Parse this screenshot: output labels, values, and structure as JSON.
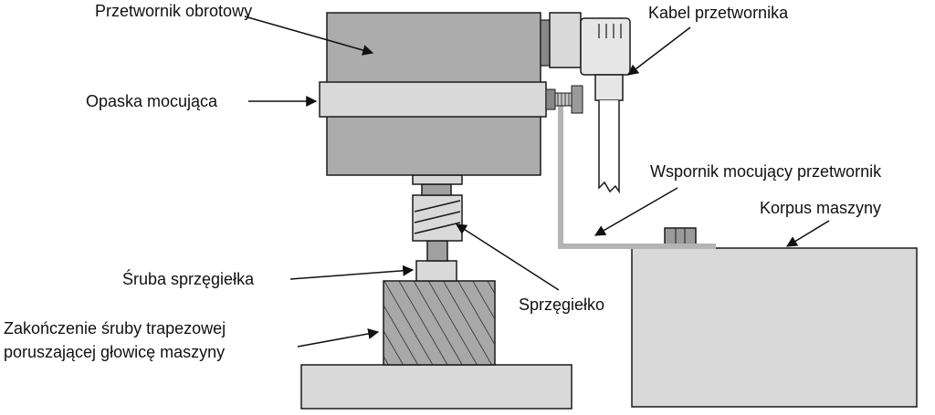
{
  "labels": {
    "rotary_transducer": "Przetwornik obrotowy",
    "transducer_cable": "Kabel przetwornika",
    "mounting_strap": "Opaska mocująca",
    "mounting_bracket": "Wspornik mocujący przetwornik",
    "machine_body": "Korpus maszyny",
    "coupling_screw": "Śruba sprzęgiełka",
    "coupling": "Sprzęgiełko",
    "lead_screw_end_line1": "Zakończenie śruby trapezowej",
    "lead_screw_end_line2": "poruszającej głowicę maszyny"
  },
  "colors": {
    "transducer_body": "#acacac",
    "strap": "#d9d9d9",
    "machine_body": "#d9d9d9",
    "coupling": "#d9d9d9",
    "screw_end": "#a8a8a8",
    "base": "#d9d9d9",
    "cable_connector": "#e6e6e6",
    "outline": "#1a1a1a",
    "bracket": "#b4b4b4"
  }
}
